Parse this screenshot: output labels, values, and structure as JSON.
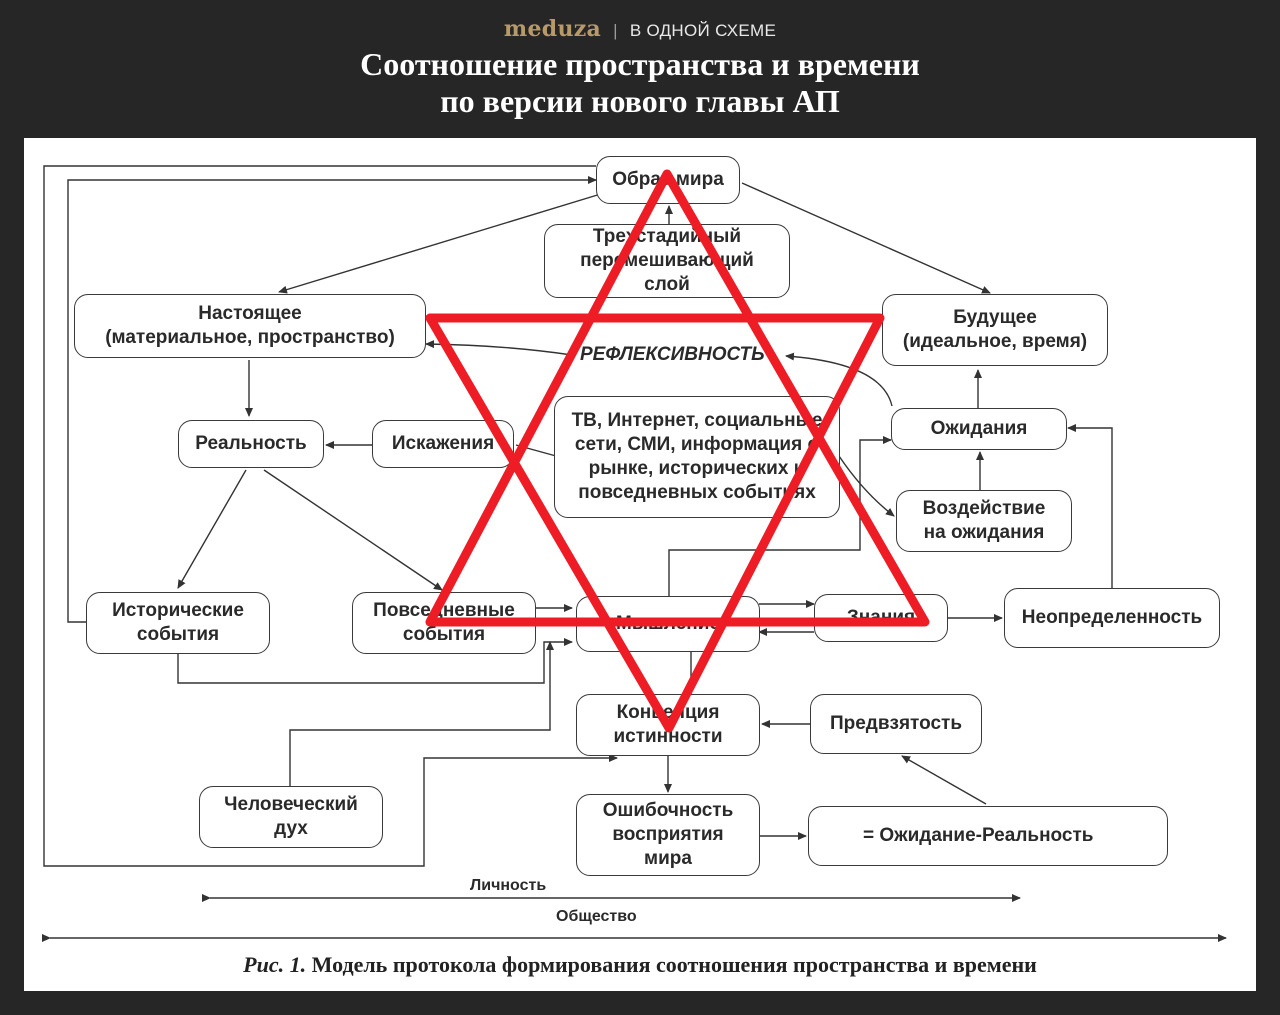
{
  "header": {
    "logo": "meduza",
    "separator": "|",
    "section": "В ОДНОЙ СХЕМЕ",
    "title_lines": [
      "Соотношение пространства и времени",
      "по версии нового главы АП"
    ]
  },
  "diagram": {
    "nodes": {
      "image_of_world": [
        "Образ мира"
      ],
      "three_stage": [
        "Трехстадийный",
        "перемешивающий",
        "слой"
      ],
      "present": [
        "Настоящее",
        "(материальное, пространство)"
      ],
      "future": [
        "Будущее",
        "(идеальное, время)"
      ],
      "reality": [
        "Реальность"
      ],
      "distortions": [
        "Искажения"
      ],
      "media": [
        "ТВ, Интернет, социальные",
        "сети, СМИ, информация о",
        "рынке, исторических и",
        "повседневных событиях"
      ],
      "expectations": [
        "Ожидания"
      ],
      "influence": [
        "Воздействие",
        "на ожидания"
      ],
      "historical": [
        "Исторические",
        "события"
      ],
      "everyday": [
        "Повседневные",
        "события"
      ],
      "thinking": [
        "Мышление"
      ],
      "knowledge": [
        "Знания"
      ],
      "uncertainty": [
        "Неопределенность"
      ],
      "truth_concept": [
        "Концепция",
        "истинности"
      ],
      "bias": [
        "Предвзятость"
      ],
      "human_spirit": [
        "Человеческий",
        "дух"
      ],
      "perception_error": [
        "Ошибочность",
        "восприятия",
        "мира"
      ],
      "delta_formula": [
        "= Ожидание-Реальность"
      ]
    },
    "reflexivity_label": "РЕФЛЕКСИВНОСТЬ",
    "personality_label": "Личность",
    "society_label": "Общество",
    "caption_prefix": "Рис. 1.",
    "caption_text": " Модель протокола формирования соотношения пространства и времени"
  },
  "overlay": {
    "star_color": "#ee1c25"
  }
}
